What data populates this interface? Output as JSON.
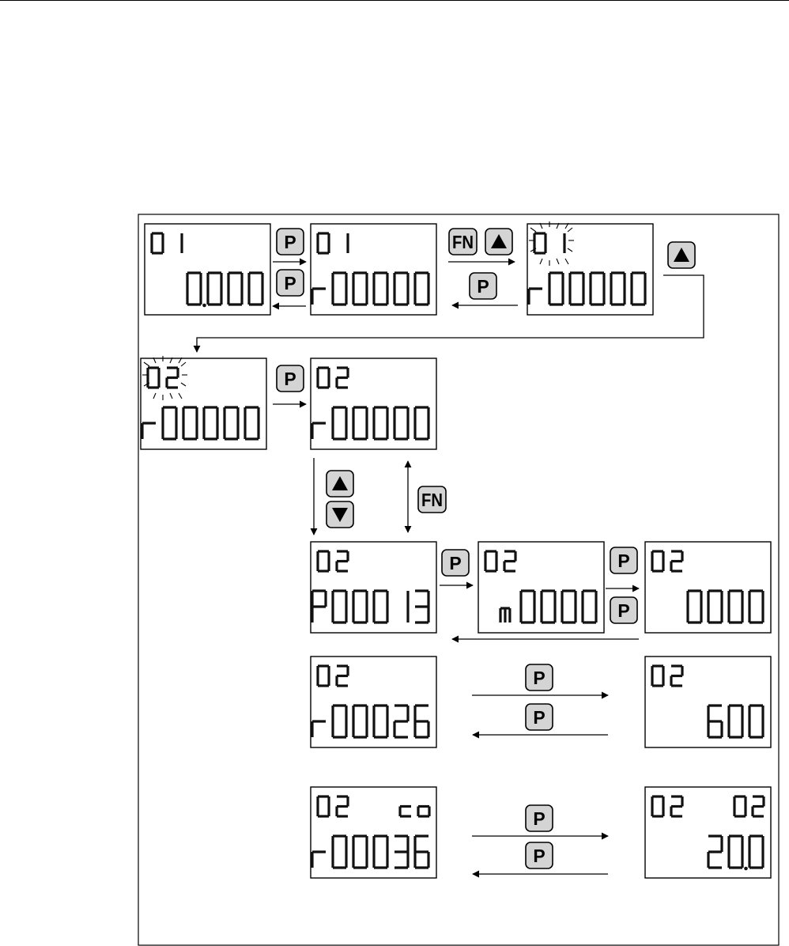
{
  "diagram": {
    "description_title": "",
    "keys": {
      "p": "P",
      "fn": "FN",
      "up": "up-arrow",
      "down": "down-arrow"
    },
    "screens": [
      {
        "id": "s1",
        "top": "01",
        "top_right": "",
        "bottom": "0.000",
        "flash_top": false
      },
      {
        "id": "s2",
        "top": "01",
        "top_right": "",
        "bottom": "r00000",
        "flash_top": false
      },
      {
        "id": "s3",
        "top": "01",
        "top_right": "",
        "bottom": "r00000",
        "flash_top": true
      },
      {
        "id": "s4",
        "top": "02",
        "top_right": "",
        "bottom": "r00000",
        "flash_top": true
      },
      {
        "id": "s5",
        "top": "02",
        "top_right": "",
        "bottom": "r00000",
        "flash_top": false
      },
      {
        "id": "s6",
        "top": "02",
        "top_right": "",
        "bottom": "P00013",
        "flash_top": false
      },
      {
        "id": "s7",
        "top": "02",
        "top_right": "",
        "bottom": "m0000",
        "flash_top": false
      },
      {
        "id": "s8",
        "top": "02",
        "top_right": "",
        "bottom": "0000",
        "flash_top": false
      },
      {
        "id": "s9",
        "top": "02",
        "top_right": "",
        "bottom": "r00026",
        "flash_top": false
      },
      {
        "id": "s10",
        "top": "02",
        "top_right": "",
        "bottom": "600",
        "flash_top": false
      },
      {
        "id": "s11",
        "top": "02",
        "top_right": "co",
        "bottom": "r00036",
        "flash_top": false
      },
      {
        "id": "s12",
        "top": "02",
        "top_right": "02",
        "bottom": "20.0",
        "flash_top": false
      }
    ]
  }
}
